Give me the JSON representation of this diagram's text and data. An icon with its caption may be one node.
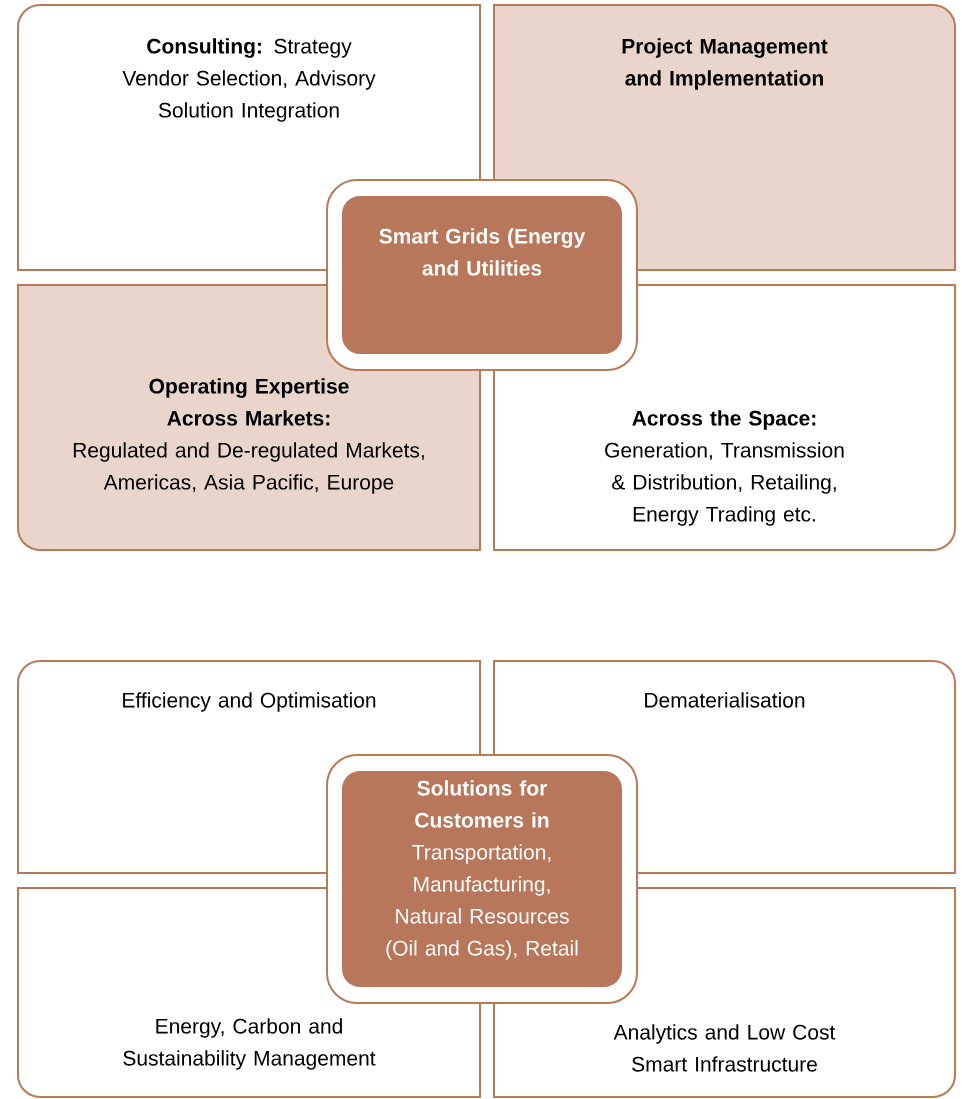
{
  "diagram": {
    "nodes": [
      {
        "text": [
          "**Consulting:** Strategy Vendor Selection, Advisory Solution Integration"
        ]
      },
      {
        "text": [
          "Project Management and Implementation"
        ]
      },
      {
        "text": [
          "Smart Grids (Energy and Utilities"
        ]
      },
      {
        "text": [
          "Operating Expertise Across Markets:",
          "Regulated and De-regulated Markets, Americas, Asia Pacific, Europe"
        ]
      },
      {
        "text": [
          "Across the Space:",
          "Generation, Transmission & Distribution, Retailing, Energy Trading etc."
        ]
      },
      {
        "text": [
          "Efficiency and Optimisation"
        ]
      },
      {
        "text": [
          "Dematerialisation"
        ]
      },
      {
        "text": [
          "Solutions for Customers in",
          "Transportation, Manufacturing, Natural Resources (Oil and Gas), Retail"
        ]
      },
      {
        "text": [
          "Energy, Carbon and Sustainability Management"
        ]
      },
      {
        "text": [
          "Analytics and Low Cost Smart Infrastructure"
        ]
      }
    ]
  }
}
